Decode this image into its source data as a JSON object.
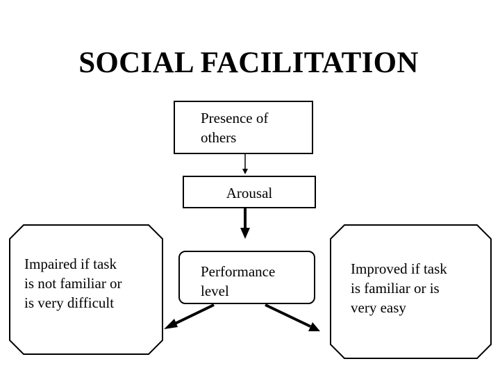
{
  "title": "SOCIAL FACILITATION",
  "boxes": {
    "presence": {
      "line1": "Presence of",
      "line2": "others"
    },
    "arousal": "Arousal",
    "performance": {
      "line1": "Performance",
      "line2": "level"
    },
    "impaired": {
      "line1": "Impaired if task",
      "line2": "is not familiar or",
      "line3": "is very difficult"
    },
    "improved": {
      "line1": "Improved if task",
      "line2": "is familiar or is",
      "line3": "very easy"
    }
  }
}
